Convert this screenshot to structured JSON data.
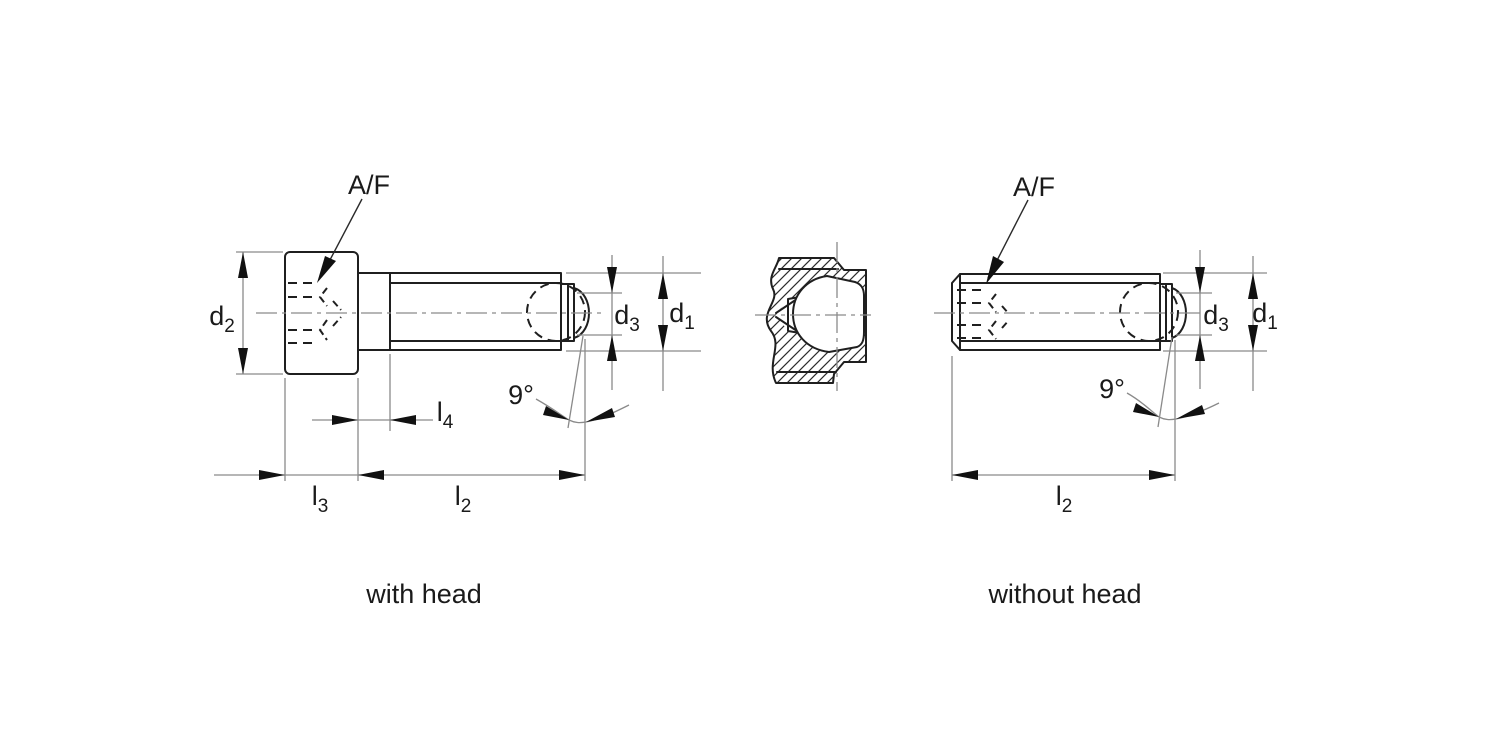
{
  "figure_left": {
    "caption": "with head",
    "labels": {
      "af": "A/F",
      "angle": "9°",
      "d2": {
        "base": "d",
        "sub": "2"
      },
      "d3": {
        "base": "d",
        "sub": "3"
      },
      "d1": {
        "base": "d",
        "sub": "1"
      },
      "l4": {
        "base": "l",
        "sub": "4"
      },
      "l3": {
        "base": "l",
        "sub": "3"
      },
      "l2": {
        "base": "l",
        "sub": "2"
      }
    }
  },
  "figure_right": {
    "caption": "without head",
    "labels": {
      "af": "A/F",
      "angle": "9°",
      "d3": {
        "base": "d",
        "sub": "3"
      },
      "d1": {
        "base": "d",
        "sub": "1"
      },
      "l2": {
        "base": "l",
        "sub": "2"
      }
    }
  },
  "colors": {
    "outline": "#1f1f1f",
    "dimension": "#8a8a8a",
    "arrow": "#111111",
    "background": "#ffffff"
  }
}
